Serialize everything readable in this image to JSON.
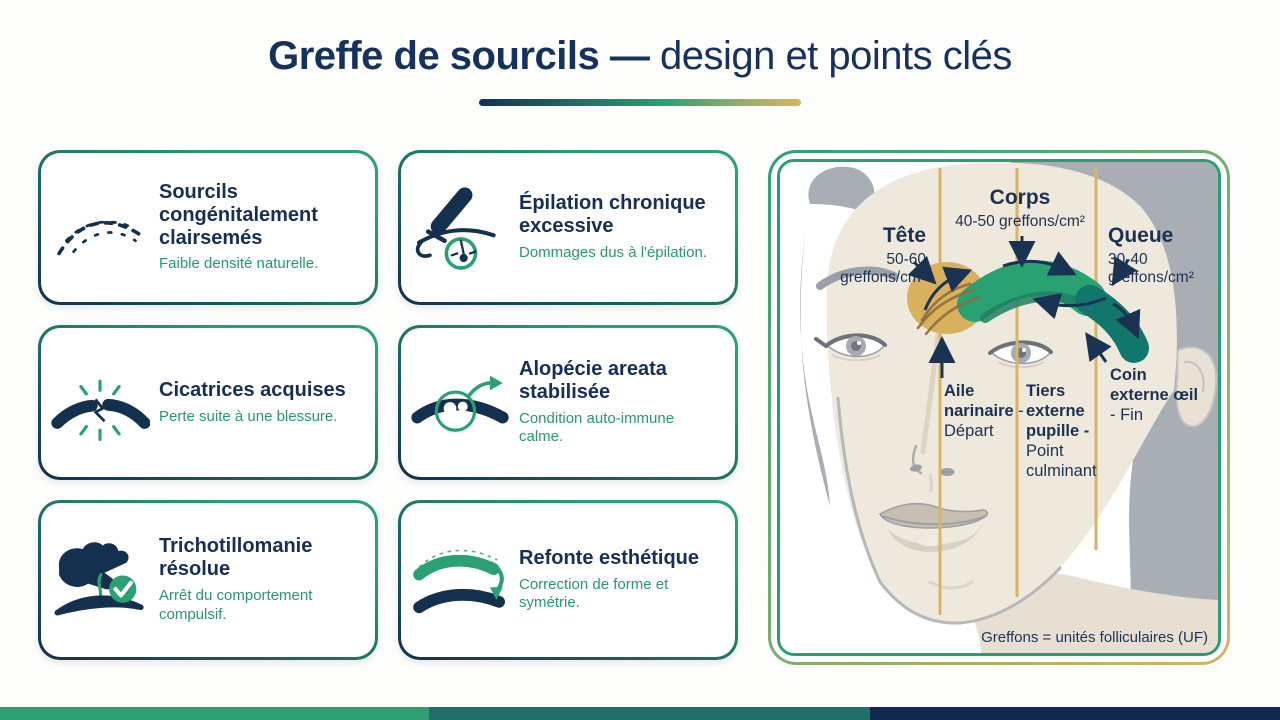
{
  "title": {
    "bold": "Greffe de sourcils",
    "separator": "—",
    "rest": "design et points clés"
  },
  "cards": [
    {
      "icon": "sparse-brow-icon",
      "heading": "Sourcils congénitalement clairsemés",
      "subtitle": "Faible densité naturelle."
    },
    {
      "icon": "tweezers-icon",
      "heading": "Épilation chronique excessive",
      "subtitle": "Dommages dus à l'épilation."
    },
    {
      "icon": "scarred-brow-icon",
      "heading": "Cicatrices acquises",
      "subtitle": "Perte suite à une blessure."
    },
    {
      "icon": "alopecia-patch-icon",
      "heading": "Alopécie areata stabilisée",
      "subtitle": "Condition auto-immune calme."
    },
    {
      "icon": "hand-pulling-icon",
      "heading": "Trichotillomanie résolue",
      "subtitle": "Arrêt du comportement compulsif."
    },
    {
      "icon": "brow-redesign-icon",
      "heading": "Refonte esthétique",
      "subtitle": "Correction de forme et symétrie."
    }
  ],
  "panel": {
    "zones": [
      {
        "name": "Tête",
        "density": "50-60 greffons/cm²"
      },
      {
        "name": "Corps",
        "density": "40-50 greffons/cm²"
      },
      {
        "name": "Queue",
        "density": "30-40 greffons/cm²"
      }
    ],
    "landmarks": [
      {
        "name": "Aile narinaire",
        "role": "- Départ"
      },
      {
        "name": "Tiers externe pupille -",
        "role": "Point culminant"
      },
      {
        "name": "Coin externe œil",
        "role": "- Fin"
      }
    ],
    "caption": "Greffons = unités folliculaires (UF)"
  },
  "colors": {
    "navy": "#152F58",
    "green": "#2A9D72",
    "gold": "#D9B464",
    "teal": "#11776C",
    "bar_green": "#2F9E70",
    "bar_teal": "#20706A",
    "bar_navy": "#12294E"
  }
}
